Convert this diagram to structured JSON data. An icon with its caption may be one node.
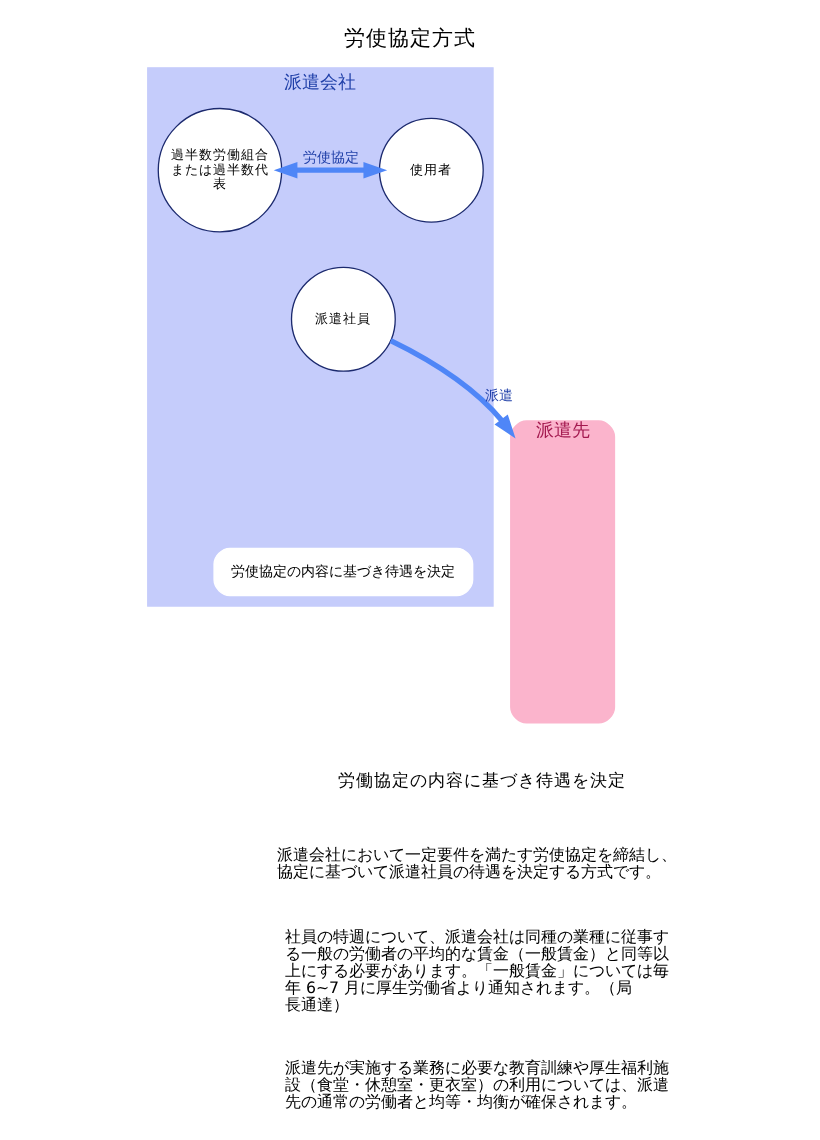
{
  "diagram": {
    "title": "労使協定方式",
    "nodes": [
      {
        "text": [
          "派遣先"
        ]
      },
      {
        "text": [
          "派遣会社"
        ]
      },
      {
        "text": [
          "過半数労働組合または過半数代表"
        ],
        "in": 1
      },
      {
        "text": [
          "使用者"
        ],
        "in": 1
      },
      {
        "text": [
          "派遣社員"
        ],
        "in": 1
      },
      {
        "text": [
          "労使協定の内容に基づき待遇を決定"
        ],
        "in": 1
      }
    ],
    "edges": [
      {
        "from": 2,
        "to": 3,
        "arrow": "both",
        "label": "労使協定"
      },
      {
        "from": 4,
        "to": 0,
        "arrow": "to",
        "label": "派遣"
      }
    ],
    "labels": [
      "労働協定の内容に基づき待遇を決定",
      "派遣会社において一定要件を満たす労使協定を締結し、協定に基づいて派遣社員の待遇を決定する方式です。",
      "社員の特週について、派遣会社は同種の業種に従事する一般の労働者の平均的な賃金（一般賃金）と同等以上にする必要があります。「一般賃金」については毎年 6~7 月に厚生労働省より通知されます。（局長通達）",
      "派遣先が実施する業務に必要な教育訓練や厚生福利施設（食堂・休憩室・更衣室）の利用については、派遣先の通常の労働者と均等・均衡が確保されます。"
    ]
  }
}
